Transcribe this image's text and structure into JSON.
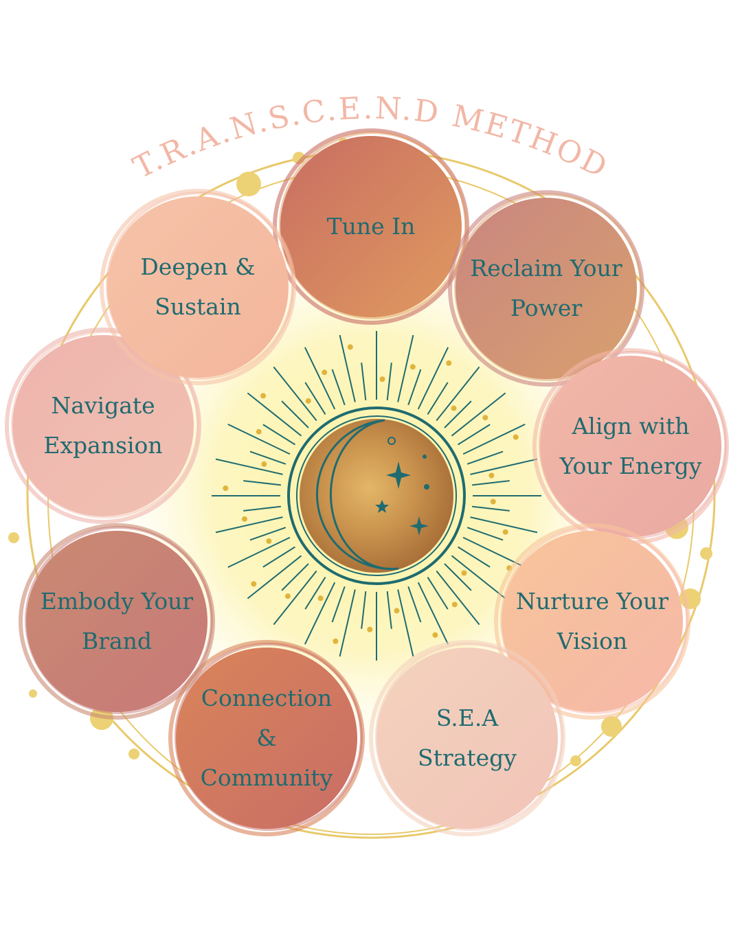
{
  "title": "T.R.A.N.S.C.E.N.D METHOD",
  "colors": {
    "title": "#f2b7a6",
    "label_text": "#1f6b70",
    "gold": "#e8c96a",
    "sun_glow": "#fdf6b8",
    "ray_teal": "#1f6b70"
  },
  "center_icon": "crescent-moon-with-stars-icon",
  "steps": [
    {
      "lines": [
        "Tune In"
      ],
      "color_a": "#c86e62",
      "color_b": "#e09a5f"
    },
    {
      "lines": [
        "Reclaim Your",
        "Power"
      ],
      "color_a": "#c98680",
      "color_b": "#d9a06e"
    },
    {
      "lines": [
        "Align with",
        "Your Energy"
      ],
      "color_a": "#f2b8a8",
      "color_b": "#e9a9a2"
    },
    {
      "lines": [
        "Nurture Your",
        "Vision"
      ],
      "color_a": "#f7c49a",
      "color_b": "#f6b8a8"
    },
    {
      "lines": [
        "S.E.A",
        "Strategy"
      ],
      "color_a": "#f3d2bd",
      "color_b": "#f2c4b8"
    },
    {
      "lines": [
        "Connection",
        "&",
        "Community"
      ],
      "color_a": "#d9845a",
      "color_b": "#c96e66"
    },
    {
      "lines": [
        "Embody Your",
        "Brand"
      ],
      "color_a": "#c98a72",
      "color_b": "#c87a78"
    },
    {
      "lines": [
        "Navigate",
        "Expansion"
      ],
      "color_a": "#eeb4ad",
      "color_b": "#f1c1b2"
    },
    {
      "lines": [
        "Deepen &",
        "Sustain"
      ],
      "color_a": "#f5c3a8",
      "color_b": "#f4b69c"
    }
  ]
}
